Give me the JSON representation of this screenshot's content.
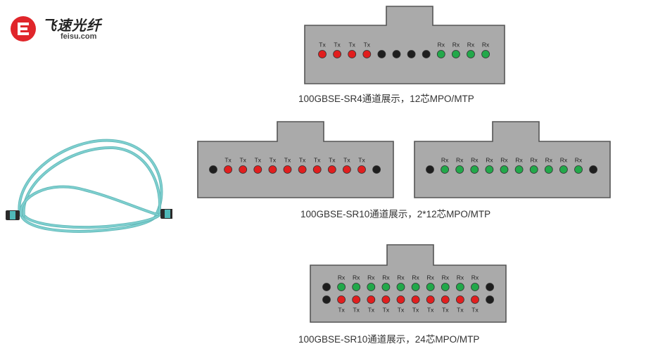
{
  "logo": {
    "name_cn": "飞速光纤",
    "domain": "feisu.com",
    "brand_color": "#e0262b"
  },
  "colors": {
    "tx": "#e11e1e",
    "rx": "#22a84a",
    "dark": "#1e1e1e",
    "body": "#aaaaaa",
    "cable": "#7ecfcf",
    "connector": "#2a2a2a",
    "connector_accent": "#4fb8b8"
  },
  "connectors": {
    "sr4": {
      "caption": "100GBSE-SR4通道展示，12芯MPO/MTP",
      "rows": [
        {
          "positions": [
            "tx",
            "tx",
            "tx",
            "tx",
            "dark",
            "dark",
            "dark",
            "dark",
            "rx",
            "rx",
            "rx",
            "rx"
          ],
          "labels": [
            "Tx",
            "Tx",
            "Tx",
            "Tx",
            "",
            "",
            "",
            "",
            "Rx",
            "Rx",
            "Rx",
            "Rx"
          ],
          "label_side": "above"
        }
      ]
    },
    "sr10_tx": {
      "rows": [
        {
          "positions": [
            "dark",
            "tx",
            "tx",
            "tx",
            "tx",
            "tx",
            "tx",
            "tx",
            "tx",
            "tx",
            "tx",
            "dark"
          ],
          "labels": [
            "",
            "Tx",
            "Tx",
            "Tx",
            "Tx",
            "Tx",
            "Tx",
            "Tx",
            "Tx",
            "Tx",
            "Tx",
            ""
          ],
          "label_side": "above"
        }
      ]
    },
    "sr10_rx": {
      "rows": [
        {
          "positions": [
            "dark",
            "rx",
            "rx",
            "rx",
            "rx",
            "rx",
            "rx",
            "rx",
            "rx",
            "rx",
            "rx",
            "dark"
          ],
          "labels": [
            "",
            "Rx",
            "Rx",
            "Rx",
            "Rx",
            "Rx",
            "Rx",
            "Rx",
            "Rx",
            "Rx",
            "Rx",
            ""
          ],
          "label_side": "above"
        }
      ]
    },
    "sr10_2x12_caption": "100GBSE-SR10通道展示，2*12芯MPO/MTP",
    "sr10_24": {
      "caption": "100GBSE-SR10通道展示，24芯MPO/MTP",
      "rows": [
        {
          "positions": [
            "dark",
            "rx",
            "rx",
            "rx",
            "rx",
            "rx",
            "rx",
            "rx",
            "rx",
            "rx",
            "rx",
            "dark"
          ],
          "labels": [
            "",
            "Rx",
            "Rx",
            "Rx",
            "Rx",
            "Rx",
            "Rx",
            "Rx",
            "Rx",
            "Rx",
            "Rx",
            ""
          ],
          "label_side": "above"
        },
        {
          "positions": [
            "dark",
            "tx",
            "tx",
            "tx",
            "tx",
            "tx",
            "tx",
            "tx",
            "tx",
            "tx",
            "tx",
            "dark"
          ],
          "labels": [
            "",
            "Tx",
            "Tx",
            "Tx",
            "Tx",
            "Tx",
            "Tx",
            "Tx",
            "Tx",
            "Tx",
            "Tx",
            ""
          ],
          "label_side": "below"
        }
      ]
    }
  }
}
